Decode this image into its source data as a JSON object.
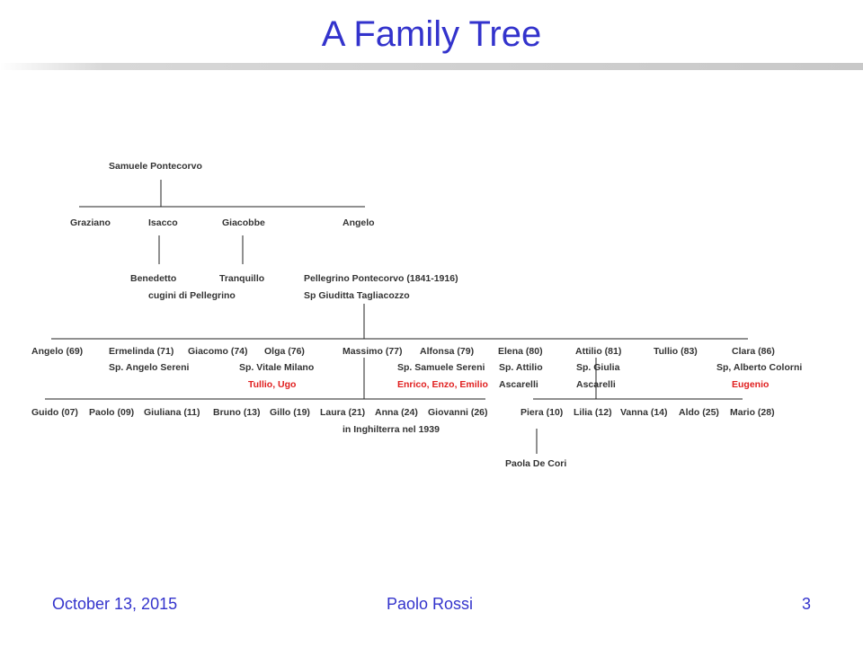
{
  "header": {
    "title": "A Family Tree"
  },
  "footer": {
    "date": "October 13, 2015",
    "author": "Paolo Rossi",
    "page": "3"
  },
  "tree": {
    "root": "Samuele Pontecorvo",
    "gen1": [
      "Graziano",
      "Isacco",
      "Giacobbe",
      "Angelo"
    ],
    "gen2": {
      "benedetto": "Benedetto",
      "tranquillo": "Tranquillo",
      "cousins_note": "cugini di Pellegrino",
      "pellegrino": "Pellegrino Pontecorvo (1841-1916)",
      "pellegrino_spouse": "Sp  Giuditta Tagliacozzo"
    },
    "gen3": [
      {
        "name": "Angelo (69)"
      },
      {
        "name": "Ermelinda (71)",
        "spouse": "Sp. Angelo Sereni"
      },
      {
        "name": "Giacomo (74)"
      },
      {
        "name": "Olga (76)",
        "spouse": "Sp. Vitale Milano",
        "children": "Tullio, Ugo"
      },
      {
        "name": "Massimo (77)"
      },
      {
        "name": "Alfonsa (79)",
        "spouse": "Sp. Samuele Sereni",
        "children": "Enrico, Enzo, Emilio"
      },
      {
        "name": "Elena (80)",
        "spouse": "Sp. Attilio",
        "spouse2": "Ascarelli"
      },
      {
        "name": "Attilio (81)",
        "spouse": "Sp.  Giulia",
        "spouse2": "Ascarelli"
      },
      {
        "name": "Tullio (83)"
      },
      {
        "name": "Clara (86)",
        "spouse": "Sp, Alberto Colorni",
        "children": "Eugenio"
      }
    ],
    "gen4_massimo": [
      "Guido (07)",
      "Paolo (09)",
      "Giuliana (11)",
      "Bruno (13)",
      "Gillo (19)",
      "Laura (21)",
      "Anna (24)",
      "Giovanni (26)"
    ],
    "gen4_note": "in Inghilterra nel 1939",
    "gen4_attilio": [
      "Piera (10)",
      "Lilia (12)",
      "Vanna (14)",
      "Aldo (25)",
      "Mario (28)"
    ],
    "gen5": "Paola De Cori"
  }
}
